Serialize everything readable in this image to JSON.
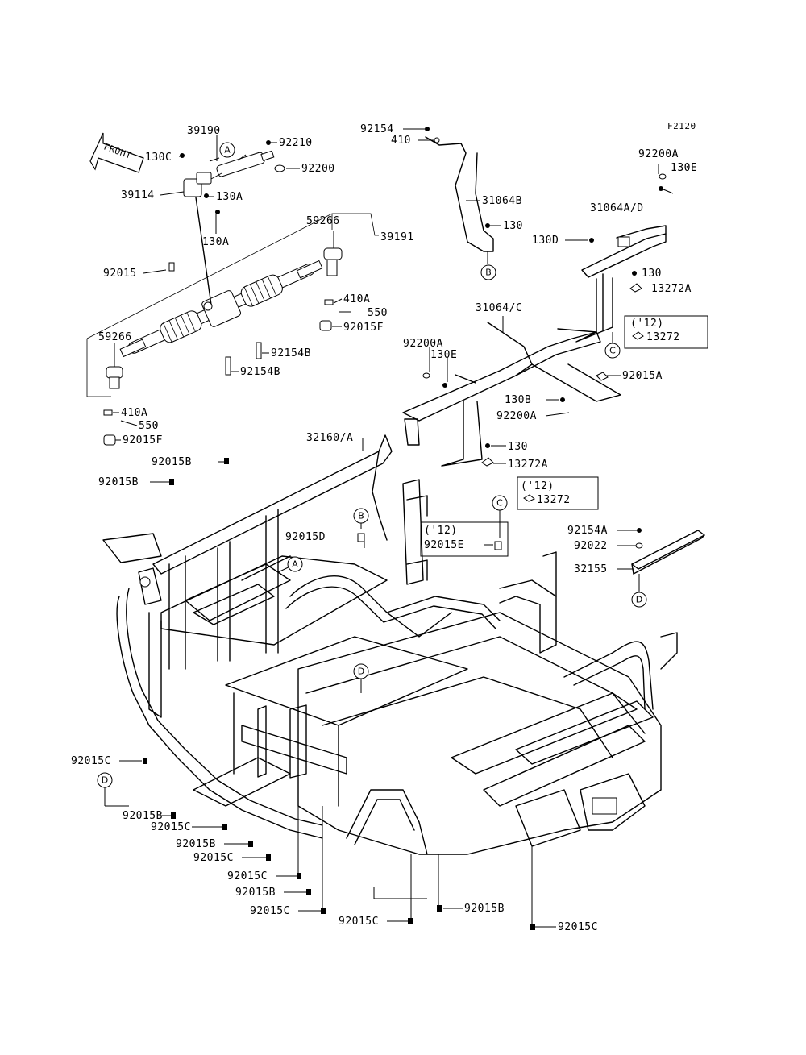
{
  "figure_id": "F2120",
  "front_arrow_label": "FRONT",
  "labels": {
    "l39190": "39190",
    "l130c_top": "130C",
    "l92210": "92210",
    "l92200": "92200",
    "l39114": "39114",
    "l130a_1": "130A",
    "l130a_2": "130A",
    "l59266_top": "59266",
    "l39191": "39191",
    "l92015": "92015",
    "l410a_1": "410A",
    "l550_1": "550",
    "l92015f_1": "92015F",
    "l92154b_1": "92154B",
    "l92154b_2": "92154B",
    "l59266_bot": "59266",
    "l410a_2": "410A",
    "l550_2": "550",
    "l92015f_2": "92015F",
    "l92154": "92154",
    "l410": "410",
    "l31064b": "31064B",
    "l130_a": "130",
    "l92200a_1": "92200A",
    "l130e_1": "130E",
    "l31064ad": "31064A/D",
    "l130d": "130D",
    "l130_b": "130",
    "l13272a_1": "13272A",
    "l12_1": "('12)",
    "l13272_1": "13272",
    "l31064c": "31064/C",
    "l92200a_2": "92200A",
    "l130e_2": "130E",
    "l92015a": "92015A",
    "l130b": "130B",
    "l92200a_3": "92200A",
    "l130_c": "130",
    "l13272a_2": "13272A",
    "l12_2": "('12)",
    "l13272_2": "13272",
    "l32160a": "32160/A",
    "l92015b_1": "92015B",
    "l92015b_2": "92015B",
    "l92015d": "92015D",
    "l12_3": "('12)",
    "l92015e": "92015E",
    "l92154a": "92154A",
    "l92022": "92022",
    "l32155": "32155",
    "l92015c_1": "92015C",
    "l92015b_3": "92015B",
    "l92015c_2": "92015C",
    "l92015b_4": "92015B",
    "l92015c_3": "92015C",
    "l92015c_4": "92015C",
    "l92015b_5": "92015B",
    "l92015c_5": "92015C",
    "l92015c_6": "92015C",
    "l92015b_6": "92015B",
    "l92015c_7": "92015C"
  },
  "refs": {
    "A": "A",
    "B": "B",
    "C": "C",
    "D": "D"
  }
}
